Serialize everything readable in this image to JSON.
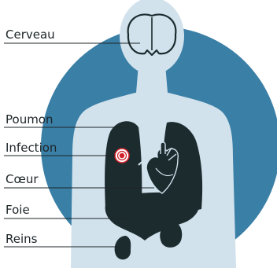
{
  "labels": {
    "brain": "Cerveau",
    "lung": "Poumon",
    "infection": "Infection",
    "heart": "Cœur",
    "liver": "Foie",
    "kidneys": "Reins"
  },
  "colors": {
    "background_circle": "#3a7fa6",
    "body_silhouette": "#d2e2ed",
    "organs": "#1c2b2e",
    "infection_marker": "#d2202a",
    "leader_lines": "#1c2427"
  }
}
